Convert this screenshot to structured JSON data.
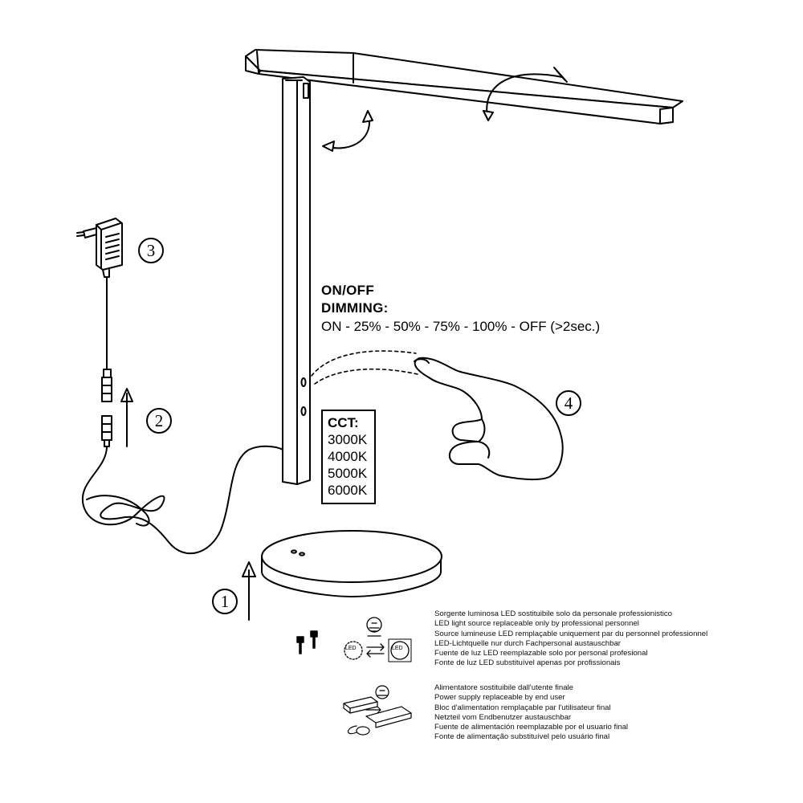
{
  "controls": {
    "line1": "ON/OFF",
    "line2": "DIMMING:",
    "sequence": "ON - 25% - 50% - 75% - 100% - OFF (>2sec.)"
  },
  "cct": {
    "title": "CCT:",
    "values": [
      "3000K",
      "4000K",
      "5000K",
      "6000K"
    ]
  },
  "steps": [
    "1",
    "2",
    "3",
    "4"
  ],
  "icons": {
    "led_left": "LED",
    "led_right": "LED"
  },
  "notes": {
    "led_source": [
      "Sorgente luminosa LED sostituibile solo da personale professionistico",
      "LED light source replaceable only by professional personnel",
      "Source lumineuse LED remplaçable uniquement par du personnel professionnel",
      "LED-Lichtquelle nur durch Fachpersonal austauschbar",
      "Fuente de luz LED reemplazable solo por personal profesional",
      "Fonte de luz LED substituível apenas por profissionais"
    ],
    "power_supply": [
      "Alimentatore sostituibile dall'utente finale",
      "Power supply replaceable by end user",
      "Bloc d'alimentation remplaçable par l'utilisateur final",
      "Netzteil vom Endbenutzer austauschbar",
      "Fuente de alimentación reemplazable por el usuario final",
      "Fonte de alimentação substituível pelo usuário final"
    ]
  }
}
